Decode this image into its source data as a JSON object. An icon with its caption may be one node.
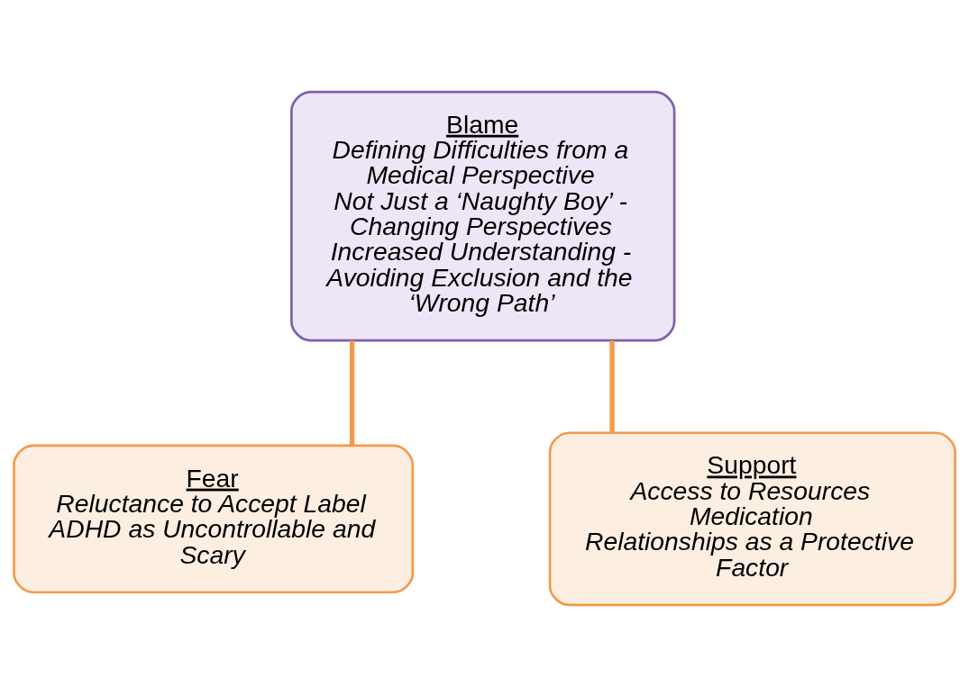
{
  "diagram": {
    "nodes": [
      {
        "text": [
          "Blame",
          "Defining Difficulties from a Medical Perspective",
          "Not Just a ‘Naughty Boy’ - Changing Perspectives",
          "Increased Understanding - Avoiding Exclusion and the ‘Wrong Path’"
        ]
      },
      {
        "text": [
          "Fear",
          "Reluctance to Accept Label",
          "ADHD as Uncontrollable and Scary"
        ]
      },
      {
        "text": [
          "Support",
          "Access to Resources",
          "Medication",
          "Relationships as a Protective Factor"
        ]
      }
    ],
    "edges": [
      {
        "from": 0,
        "to": 1,
        "arrow": "none"
      },
      {
        "from": 0,
        "to": 2,
        "arrow": "none"
      }
    ]
  }
}
